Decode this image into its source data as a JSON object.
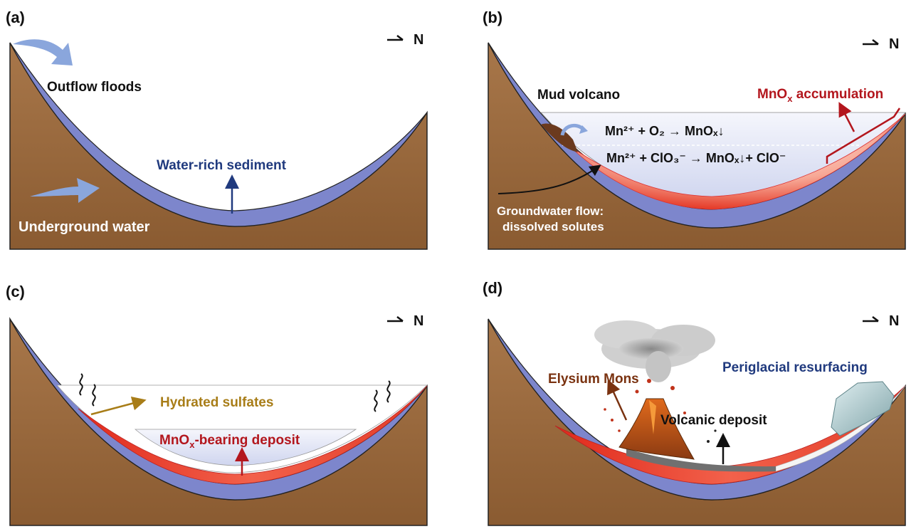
{
  "colors": {
    "earth": "#9b6b3c",
    "earth_dark": "#7a4f2a",
    "water_layer": "#7d86cc",
    "lake": "#e6e9f7",
    "mnox": "#e8392b",
    "red_text": "#b3161d",
    "navy_text": "#203a7e",
    "gold_text": "#a87d18",
    "brown_text": "#7a3210",
    "blue_arrow": "#8aa6dc",
    "volcanic": "#707070"
  },
  "compass": {
    "symbol": "N"
  },
  "panels": [
    {
      "id": "a",
      "tag": "(a)",
      "labels": {
        "outflow": "Outflow floods",
        "water_rich": "Water-rich sediment",
        "underground": "Underground water"
      }
    },
    {
      "id": "b",
      "tag": "(b)",
      "labels": {
        "mud_volcano": "Mud volcano",
        "mnox_accumulation_base": "MnO",
        "mnox_accumulation_sub": "x",
        "mnox_accumulation_rest": " accumulation",
        "eq1": "Mn²⁺ + O₂ → MnOₓ↓",
        "eq2": "Mn²⁺ + ClO₃⁻ →  MnOₓ↓+ ClO⁻",
        "groundwater_1": "Groundwater flow:",
        "groundwater_2": "dissolved solutes"
      }
    },
    {
      "id": "c",
      "tag": "(c)",
      "labels": {
        "hydrated": "Hydrated sulfates",
        "mnox_deposit_base": "MnO",
        "mnox_deposit_sub": "x",
        "mnox_deposit_rest": "-bearing deposit"
      }
    },
    {
      "id": "d",
      "tag": "(d)",
      "labels": {
        "elysium": "Elysium Mons",
        "periglacial": "Periglacial resurfacing",
        "volcanic": "Volcanic deposit"
      }
    }
  ]
}
